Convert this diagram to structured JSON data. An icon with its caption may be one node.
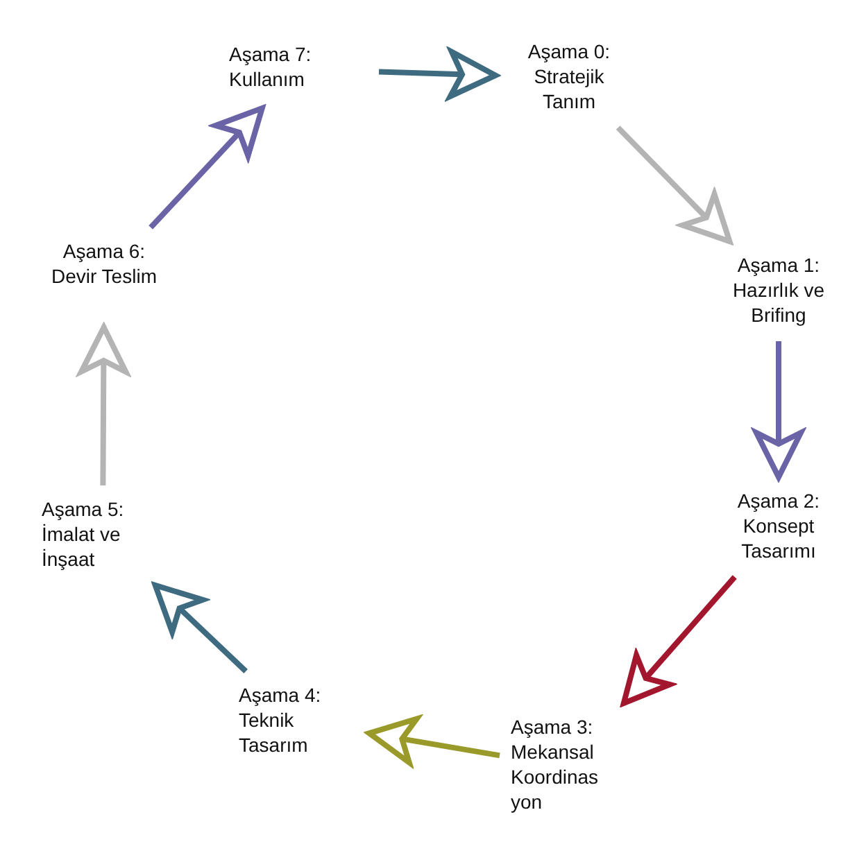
{
  "diagram": {
    "nodes": [
      {
        "text": [
          "Aşama 0: Stratejik Tanım"
        ]
      },
      {
        "text": [
          "Aşama 1: Hazırlık ve Brifing"
        ]
      },
      {
        "text": [
          "Aşama 2: Konsept Tasarımı"
        ]
      },
      {
        "text": [
          "Aşama 3: Mekansal Koordinas yon"
        ]
      },
      {
        "text": [
          "Aşama 4: Teknik Tasarım"
        ]
      },
      {
        "text": [
          "Aşama 5: İmalat ve İnşaat"
        ]
      },
      {
        "text": [
          "Aşama 6: Devir Teslim"
        ]
      },
      {
        "text": [
          "Aşama 7: Kullanım"
        ]
      }
    ],
    "edges": [
      {
        "from": 7,
        "to": 0,
        "arrow": "to",
        "color": "#3f6b80"
      },
      {
        "from": 0,
        "to": 1,
        "arrow": "to",
        "color": "#b4b4b4"
      },
      {
        "from": 1,
        "to": 2,
        "arrow": "to",
        "color": "#6a64a6"
      },
      {
        "from": 2,
        "to": 3,
        "arrow": "to",
        "color": "#a3172e"
      },
      {
        "from": 3,
        "to": 4,
        "arrow": "to",
        "color": "#9a9a2a"
      },
      {
        "from": 4,
        "to": 5,
        "arrow": "to",
        "color": "#3f6b80"
      },
      {
        "from": 5,
        "to": 6,
        "arrow": "to",
        "color": "#b4b4b4"
      },
      {
        "from": 6,
        "to": 7,
        "arrow": "to",
        "color": "#6a64a6"
      }
    ]
  }
}
